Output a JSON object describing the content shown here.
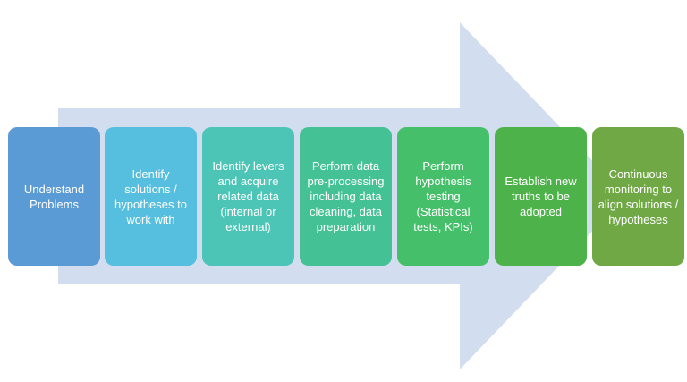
{
  "colors": {
    "arrow": "#d3ddf0",
    "steps": [
      "#5b9bd5",
      "#56bede",
      "#4dc5b6",
      "#44c195",
      "#46bf6a",
      "#4eb24a",
      "#6fa845"
    ]
  },
  "steps": [
    {
      "label": "Understand Problems"
    },
    {
      "label": "Identify solutions / hypotheses to work with"
    },
    {
      "label": "Identify levers and acquire related data (internal or external)"
    },
    {
      "label": "Perform data pre-processing including data cleaning, data preparation"
    },
    {
      "label": "Perform hypothesis testing (Statistical tests, KPIs)"
    },
    {
      "label": "Establish new truths to be adopted"
    },
    {
      "label": "Continuous monitoring to align solutions / hypotheses"
    }
  ]
}
